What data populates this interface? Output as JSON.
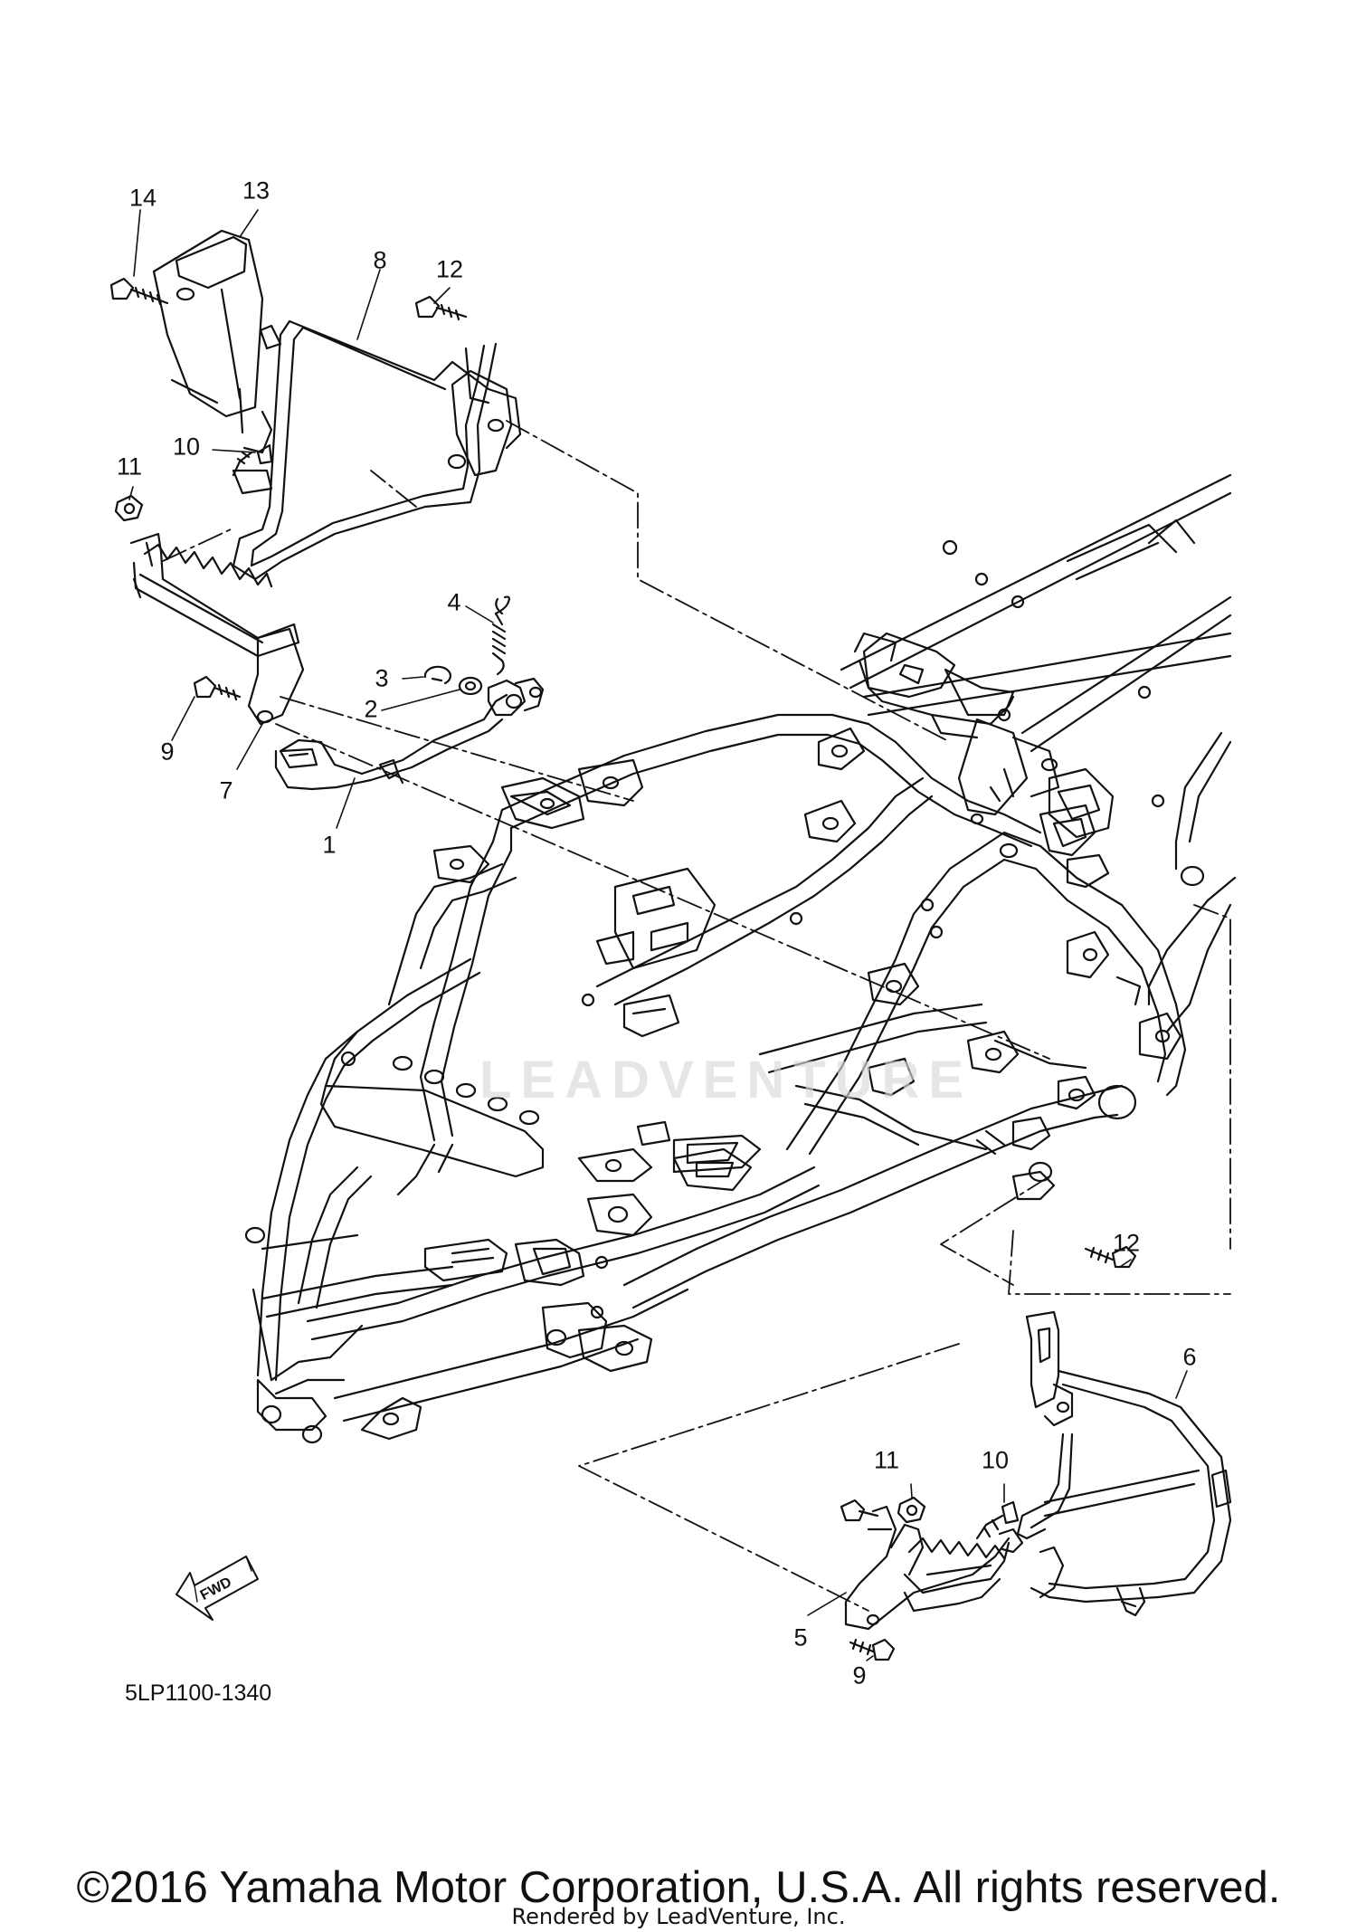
{
  "callouts": [
    {
      "id": "label-14a",
      "text": "14"
    },
    {
      "id": "label-13",
      "text": "13"
    },
    {
      "id": "label-8",
      "text": "8"
    },
    {
      "id": "label-12a",
      "text": "12"
    },
    {
      "id": "label-10a",
      "text": "10"
    },
    {
      "id": "label-11a",
      "text": "11"
    },
    {
      "id": "label-4",
      "text": "4"
    },
    {
      "id": "label-3",
      "text": "3"
    },
    {
      "id": "label-2",
      "text": "2"
    },
    {
      "id": "label-9a",
      "text": "9"
    },
    {
      "id": "label-7",
      "text": "7"
    },
    {
      "id": "label-1",
      "text": "1"
    },
    {
      "id": "label-12b",
      "text": "12"
    },
    {
      "id": "label-6",
      "text": "6"
    },
    {
      "id": "label-11b",
      "text": "11"
    },
    {
      "id": "label-10b",
      "text": "10"
    },
    {
      "id": "label-5",
      "text": "5"
    },
    {
      "id": "label-9b",
      "text": "9"
    }
  ],
  "fwd_label": "FWD",
  "diagram_code": "5LP1100-1340",
  "watermark": "LEADVENTURE",
  "copyright": "©2016 Yamaha Motor Corporation, U.S.A. All rights reserved.",
  "rendered_by": "Rendered by LeadVenture, Inc."
}
